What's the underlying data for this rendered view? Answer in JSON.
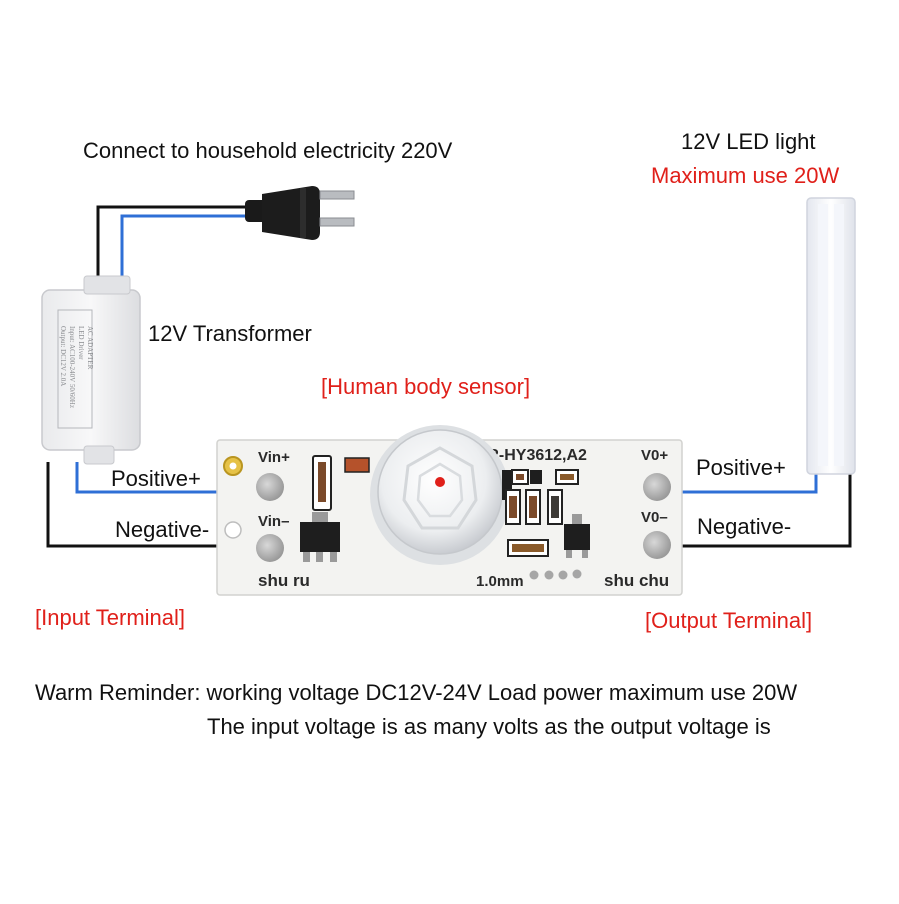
{
  "labels": {
    "plug_caption": "Connect to household electricity 220V",
    "led_caption": "12V LED light",
    "led_max": "Maximum use 20W",
    "transformer_caption": "12V Transformer",
    "sensor_caption": "[Human body sensor]",
    "input_positive": "Positive+",
    "input_negative": "Negative-",
    "output_positive": "Positive+",
    "output_negative": "Negative-",
    "input_terminal": "[Input Terminal]",
    "output_terminal": "[Output Terminal]",
    "reminder_line1": "Warm Reminder: working voltage DC12V-24V Load power maximum use 20W",
    "reminder_line2": "The input voltage is as many volts as the output voltage is"
  },
  "board": {
    "model": "MR-HY3612,A2",
    "vin_plus": "Vin+",
    "vin_minus": "Vin–",
    "vo_plus": "V0+",
    "vo_minus": "V0–",
    "shu_ru": "shu  ru",
    "shu_chu": "shu  chu",
    "thickness": "1.0mm"
  },
  "adapter_label": {
    "title": "AC ADAPTER",
    "line1": "LED Driver",
    "line2": "Input: AC100-240V 50/60Hz",
    "line3": "Output: DC12V  2.0A"
  },
  "colors": {
    "wire_positive": "#2f6fd6",
    "wire_negative": "#111111",
    "accent_red": "#e0201a"
  }
}
